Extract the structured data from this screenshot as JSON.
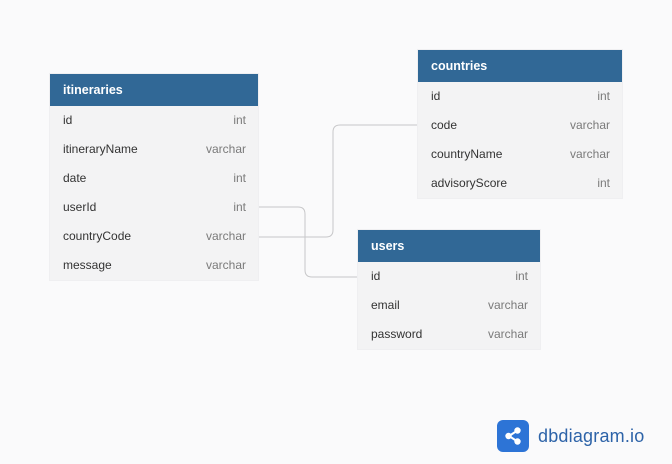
{
  "tables": {
    "itineraries": {
      "title": "itineraries",
      "fields": [
        {
          "name": "id",
          "type": "int"
        },
        {
          "name": "itineraryName",
          "type": "varchar"
        },
        {
          "name": "date",
          "type": "int"
        },
        {
          "name": "userId",
          "type": "int"
        },
        {
          "name": "countryCode",
          "type": "varchar"
        },
        {
          "name": "message",
          "type": "varchar"
        }
      ]
    },
    "countries": {
      "title": "countries",
      "fields": [
        {
          "name": "id",
          "type": "int"
        },
        {
          "name": "code",
          "type": "varchar"
        },
        {
          "name": "countryName",
          "type": "varchar"
        },
        {
          "name": "advisoryScore",
          "type": "int"
        }
      ]
    },
    "users": {
      "title": "users",
      "fields": [
        {
          "name": "id",
          "type": "int"
        },
        {
          "name": "email",
          "type": "varchar"
        },
        {
          "name": "password",
          "type": "varchar"
        }
      ]
    }
  },
  "relations": [
    {
      "from": "itineraries.countryCode",
      "to": "countries.code"
    },
    {
      "from": "itineraries.userId",
      "to": "users.id"
    }
  ],
  "branding": {
    "logo_text": "dbdiagram.io",
    "logo_color": "#2d74d6",
    "icon": "share-nodes-icon"
  },
  "colors": {
    "header": "#316896",
    "table_body": "#f3f3f4",
    "connector": "#c7c7c9"
  }
}
